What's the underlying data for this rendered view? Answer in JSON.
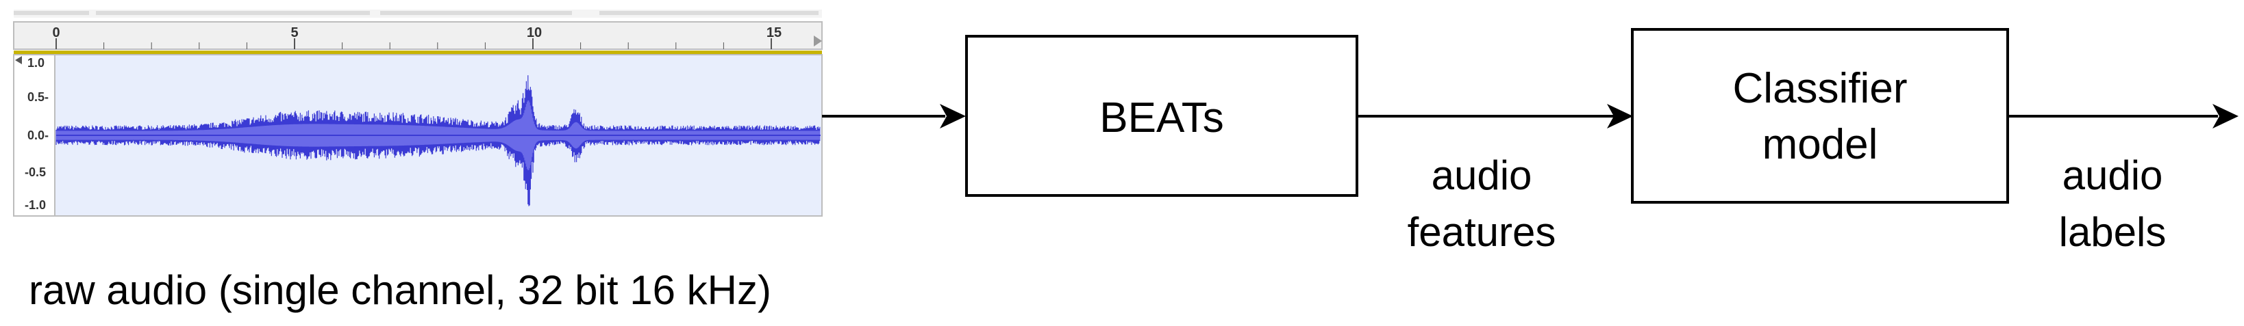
{
  "waveform": {
    "caption": "raw audio (single channel, 32 bit 16 kHz)",
    "timeline_ticks": [
      "0",
      "5",
      "10",
      "15"
    ],
    "amplitude_ticks": [
      "1.0",
      "0.5-",
      "0.0-",
      "-0.5",
      "-1.0"
    ],
    "colors": {
      "wave": "#3b3bd4",
      "wave_core": "#6a6ae8",
      "background": "#e8eefc",
      "ruler": "#f0f0f0",
      "cursor_bar": "#c8b400"
    }
  },
  "nodes": {
    "beats": {
      "label": "BEATs"
    },
    "classifier": {
      "label_line1": "Classifier",
      "label_line2": "model"
    }
  },
  "edges": {
    "features": {
      "label_line1": "audio",
      "label_line2": "features"
    },
    "labels": {
      "label_line1": "audio",
      "label_line2": "labels"
    }
  }
}
